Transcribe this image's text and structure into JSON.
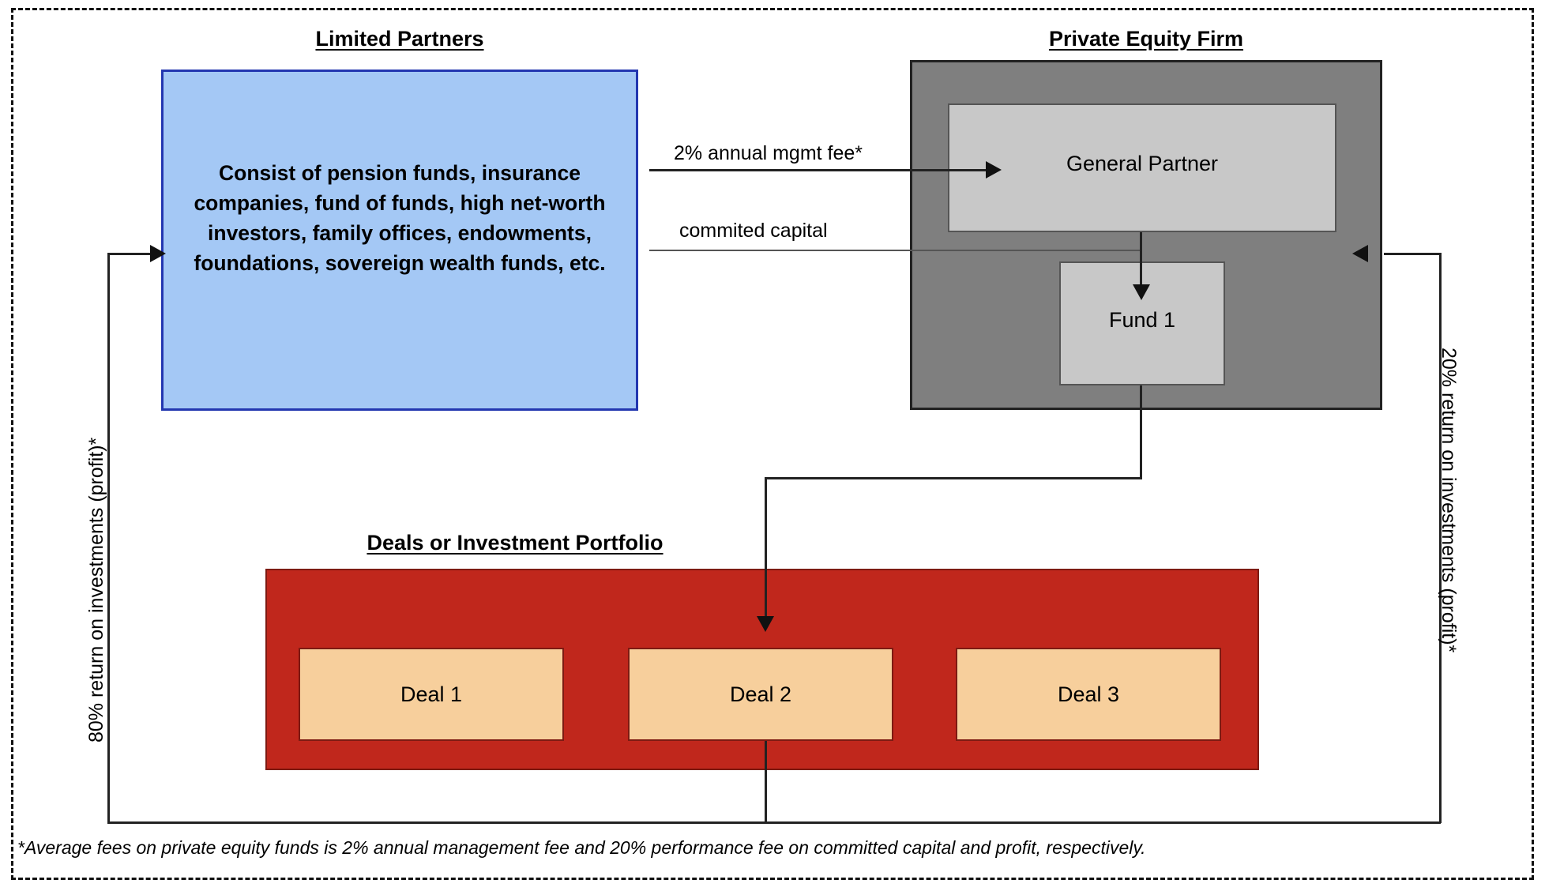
{
  "diagram": {
    "footnote": "*Average fees on private equity funds is 2% annual management fee and 20% performance fee on committed capital and profit, respectively.",
    "sections": {
      "limited_partners": {
        "title": "Limited Partners",
        "body": "Consist of pension funds, insurance companies, fund of funds, high net-worth investors, family offices, endowments, foundations, sovereign wealth funds, etc.",
        "fill_color": "#a4c8f5",
        "border_color": "#2337b0"
      },
      "private_equity_firm": {
        "title": "Private Equity Firm",
        "fill_color": "#7f7f7f",
        "general_partner": {
          "label": "General Partner",
          "fill_color": "#c8c8c8"
        },
        "fund": {
          "label": "Fund 1",
          "fill_color": "#c8c8c8"
        }
      },
      "deals": {
        "title": "Deals or Investment Portfolio",
        "fill_color": "#c0271c",
        "items": [
          {
            "label": "Deal 1",
            "fill_color": "#f7cf9c"
          },
          {
            "label": "Deal 2",
            "fill_color": "#f7cf9c"
          },
          {
            "label": "Deal 3",
            "fill_color": "#f7cf9c"
          }
        ]
      }
    },
    "edges": {
      "mgmt_fee": "2% annual mgmt fee*",
      "committed_capital": "commited capital",
      "lp_return": "80% return on investments (profit)*",
      "gp_return": "20% return on investments (profit)*"
    }
  }
}
